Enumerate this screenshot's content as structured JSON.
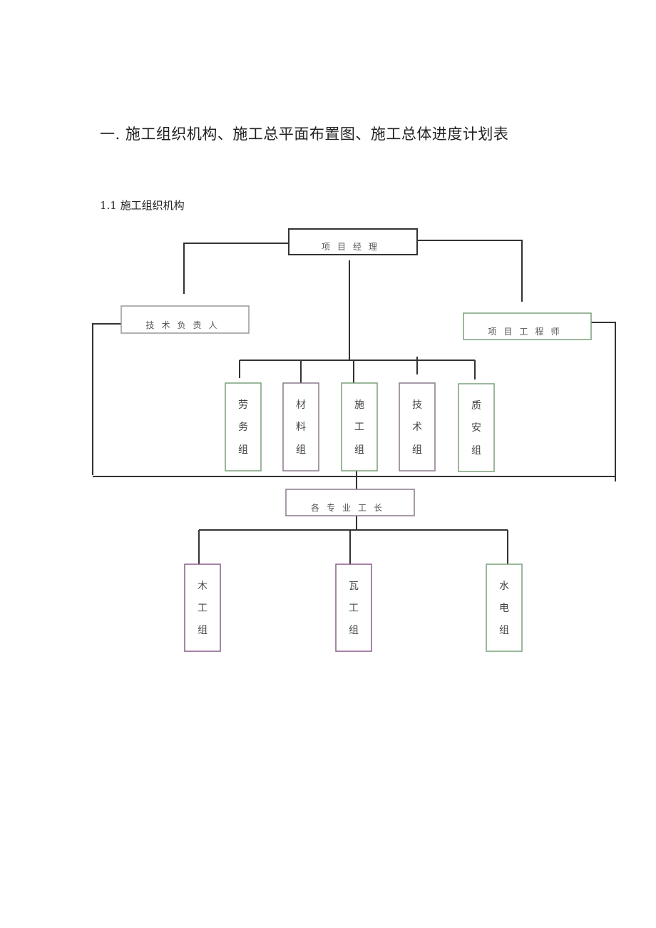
{
  "heading": "一. 施工组织机构、施工总平面布置图、施工总体进度计划表",
  "subheading": "1.1 施工组织机构",
  "org_chart": {
    "top": "项目经理",
    "left": "技术负责人",
    "right": "项目工程师",
    "departments": [
      [
        "劳",
        "务",
        "组"
      ],
      [
        "材",
        "料",
        "组"
      ],
      [
        "施",
        "工",
        "组"
      ],
      [
        "技",
        "术",
        "组"
      ],
      [
        "质",
        "安",
        "组"
      ]
    ],
    "foreman": "各专业工长",
    "teams": [
      [
        "木",
        "工",
        "组"
      ],
      [
        "瓦",
        "工",
        "组"
      ],
      [
        "水",
        "电",
        "组"
      ]
    ],
    "colors": {
      "line": "#333333",
      "box_border": "#8a7a8a",
      "green_border": "#7aa07a"
    }
  }
}
